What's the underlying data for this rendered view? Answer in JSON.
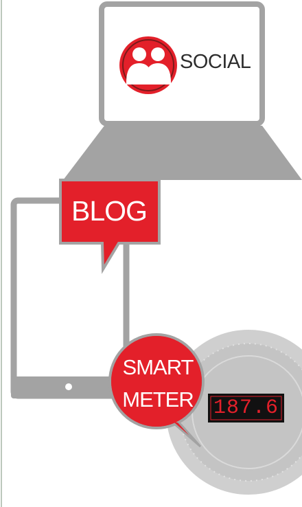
{
  "colors": {
    "brand_red": "#e3202a",
    "device_gray": "#a3a3a3",
    "meter_gray": "#c7c7c7",
    "display_black": "#111111"
  },
  "social": {
    "label": "SOCIAL",
    "icon": "people-icon"
  },
  "blog": {
    "label": "BLOG"
  },
  "smart_meter": {
    "line1": "SMART",
    "line2": "METER",
    "reading": "187.6"
  }
}
